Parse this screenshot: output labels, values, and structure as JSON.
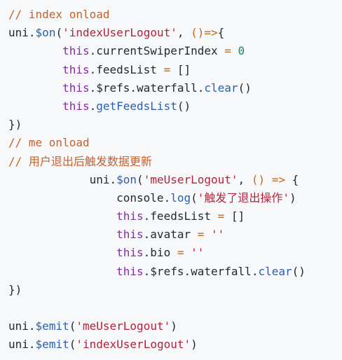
{
  "code": {
    "lines": [
      [
        {
          "t": "// index onload",
          "c": "cm"
        }
      ],
      [
        {
          "t": "uni",
          "c": "pl"
        },
        {
          "t": ".",
          "c": "pl"
        },
        {
          "t": "$on",
          "c": "fn"
        },
        {
          "t": "(",
          "c": "pl"
        },
        {
          "t": "'indexUserLogout'",
          "c": "str"
        },
        {
          "t": ", ",
          "c": "pl"
        },
        {
          "t": "()=>",
          "c": "op"
        },
        {
          "t": "{",
          "c": "pl"
        }
      ],
      [
        {
          "t": "        ",
          "c": "pl"
        },
        {
          "t": "this",
          "c": "kw"
        },
        {
          "t": ".",
          "c": "pl"
        },
        {
          "t": "currentSwiperIndex",
          "c": "pl"
        },
        {
          "t": " = ",
          "c": "op"
        },
        {
          "t": "0",
          "c": "num"
        }
      ],
      [
        {
          "t": "        ",
          "c": "pl"
        },
        {
          "t": "this",
          "c": "kw"
        },
        {
          "t": ".",
          "c": "pl"
        },
        {
          "t": "feedsList",
          "c": "pl"
        },
        {
          "t": " = ",
          "c": "op"
        },
        {
          "t": "[]",
          "c": "pl"
        }
      ],
      [
        {
          "t": "        ",
          "c": "pl"
        },
        {
          "t": "this",
          "c": "kw"
        },
        {
          "t": ".",
          "c": "pl"
        },
        {
          "t": "$refs",
          "c": "pl"
        },
        {
          "t": ".",
          "c": "pl"
        },
        {
          "t": "waterfall",
          "c": "pl"
        },
        {
          "t": ".",
          "c": "pl"
        },
        {
          "t": "clear",
          "c": "fn"
        },
        {
          "t": "()",
          "c": "pl"
        }
      ],
      [
        {
          "t": "        ",
          "c": "pl"
        },
        {
          "t": "this",
          "c": "kw"
        },
        {
          "t": ".",
          "c": "pl"
        },
        {
          "t": "getFeedsList",
          "c": "fn"
        },
        {
          "t": "()",
          "c": "pl"
        }
      ],
      [
        {
          "t": "})",
          "c": "pl"
        }
      ],
      [
        {
          "t": "// me onload",
          "c": "cm"
        }
      ],
      [
        {
          "t": "// 用户退出后触发数据更新",
          "c": "cm"
        }
      ],
      [
        {
          "t": "            ",
          "c": "pl"
        },
        {
          "t": "uni",
          "c": "pl"
        },
        {
          "t": ".",
          "c": "pl"
        },
        {
          "t": "$on",
          "c": "fn"
        },
        {
          "t": "(",
          "c": "pl"
        },
        {
          "t": "'meUserLogout'",
          "c": "str"
        },
        {
          "t": ", ",
          "c": "pl"
        },
        {
          "t": "() => ",
          "c": "op"
        },
        {
          "t": "{",
          "c": "pl"
        }
      ],
      [
        {
          "t": "                ",
          "c": "pl"
        },
        {
          "t": "console",
          "c": "pl"
        },
        {
          "t": ".",
          "c": "pl"
        },
        {
          "t": "log",
          "c": "fn"
        },
        {
          "t": "(",
          "c": "pl"
        },
        {
          "t": "'触发了退出操作'",
          "c": "str"
        },
        {
          "t": ")",
          "c": "pl"
        }
      ],
      [
        {
          "t": "                ",
          "c": "pl"
        },
        {
          "t": "this",
          "c": "kw"
        },
        {
          "t": ".",
          "c": "pl"
        },
        {
          "t": "feedsList",
          "c": "pl"
        },
        {
          "t": " = ",
          "c": "op"
        },
        {
          "t": "[]",
          "c": "pl"
        }
      ],
      [
        {
          "t": "                ",
          "c": "pl"
        },
        {
          "t": "this",
          "c": "kw"
        },
        {
          "t": ".",
          "c": "pl"
        },
        {
          "t": "avatar",
          "c": "pl"
        },
        {
          "t": " = ",
          "c": "op"
        },
        {
          "t": "''",
          "c": "str"
        }
      ],
      [
        {
          "t": "                ",
          "c": "pl"
        },
        {
          "t": "this",
          "c": "kw"
        },
        {
          "t": ".",
          "c": "pl"
        },
        {
          "t": "bio",
          "c": "pl"
        },
        {
          "t": " = ",
          "c": "op"
        },
        {
          "t": "''",
          "c": "str"
        }
      ],
      [
        {
          "t": "                ",
          "c": "pl"
        },
        {
          "t": "this",
          "c": "kw"
        },
        {
          "t": ".",
          "c": "pl"
        },
        {
          "t": "$refs",
          "c": "pl"
        },
        {
          "t": ".",
          "c": "pl"
        },
        {
          "t": "waterfall",
          "c": "pl"
        },
        {
          "t": ".",
          "c": "pl"
        },
        {
          "t": "clear",
          "c": "fn"
        },
        {
          "t": "()",
          "c": "pl"
        }
      ],
      [
        {
          "t": "})",
          "c": "pl"
        }
      ],
      [
        {
          "t": "",
          "c": "pl"
        }
      ],
      [
        {
          "t": "uni",
          "c": "pl"
        },
        {
          "t": ".",
          "c": "pl"
        },
        {
          "t": "$emit",
          "c": "fn"
        },
        {
          "t": "(",
          "c": "pl"
        },
        {
          "t": "'meUserLogout'",
          "c": "str"
        },
        {
          "t": ")",
          "c": "pl"
        }
      ],
      [
        {
          "t": "uni",
          "c": "pl"
        },
        {
          "t": ".",
          "c": "pl"
        },
        {
          "t": "$emit",
          "c": "fn"
        },
        {
          "t": "(",
          "c": "pl"
        },
        {
          "t": "'indexUserLogout'",
          "c": "str"
        },
        {
          "t": ")",
          "c": "pl"
        }
      ]
    ]
  },
  "colors": {
    "background": "#f6f8fa",
    "comment": "#c8612a",
    "keyword": "#8b2aa8",
    "function": "#2b5fae",
    "string": "#b8213b",
    "number": "#1a8a5a"
  }
}
